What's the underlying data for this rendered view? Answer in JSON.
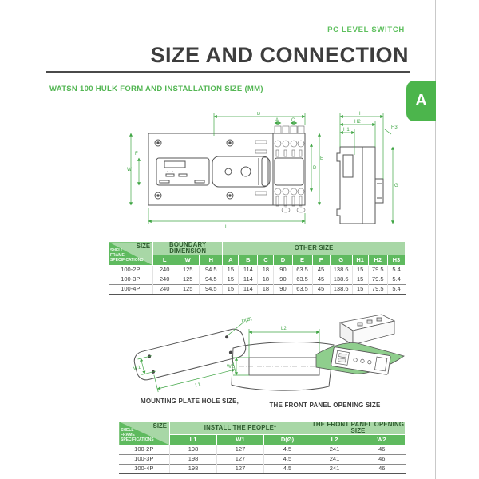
{
  "page": {
    "eyebrow": "PC LEVEL SWITCH",
    "title": "SIZE AND CONNECTION",
    "subtitle": "WATSN 100 HULK FORM AND INSTALLATION SIZE (MM)",
    "side_tab": "A"
  },
  "colors": {
    "accent_green": "#4cb54c",
    "header_light_green": "#a8d7a6",
    "header_mid_green": "#5fba5f",
    "dimension_line_green": "#3fa544",
    "title_dark": "#3d3d3d"
  },
  "drawings": {
    "front_view": {
      "labels": {
        "left": "W",
        "left_inner": "F",
        "top": "B",
        "top_a": "A",
        "top_c": "C",
        "bottom": "L",
        "right_inner": "D",
        "right_outer": "E"
      }
    },
    "side_view": {
      "labels": {
        "top": "H",
        "mid": "H2",
        "short": "H1",
        "clip": "H3",
        "height": "G"
      }
    },
    "mounting_plate": {
      "caption": "MOUNTING PLATE HOLE SIZE,",
      "labels": {
        "length": "L1",
        "width": "W1",
        "hole": "D(Ø)"
      }
    },
    "front_panel": {
      "caption": "THE FRONT PANEL OPENING SIZE",
      "labels": {
        "length": "L2",
        "width": "W2"
      }
    }
  },
  "table1": {
    "corner": {
      "top": "SIZE",
      "bottom": "SHELL FRAME SPECIFICATIONS"
    },
    "group_headers": [
      {
        "label": "BOUNDARY DIMENSION"
      },
      {
        "label": "OTHER SIZE"
      }
    ],
    "columns": [
      "L",
      "W",
      "H",
      "A",
      "B",
      "C",
      "D",
      "E",
      "F",
      "G",
      "H1",
      "H2",
      "H3"
    ],
    "rows": [
      {
        "spec": "100-2P",
        "values": [
          "240",
          "125",
          "94.5",
          "15",
          "114",
          "18",
          "90",
          "63.5",
          "45",
          "138.6",
          "15",
          "79.5",
          "5.4"
        ]
      },
      {
        "spec": "100-3P",
        "values": [
          "240",
          "125",
          "94.5",
          "15",
          "114",
          "18",
          "90",
          "63.5",
          "45",
          "138.6",
          "15",
          "79.5",
          "5.4"
        ]
      },
      {
        "spec": "100-4P",
        "values": [
          "240",
          "125",
          "94.5",
          "15",
          "114",
          "18",
          "90",
          "63.5",
          "45",
          "138.6",
          "15",
          "79.5",
          "5.4"
        ]
      }
    ]
  },
  "table2": {
    "corner": {
      "top": "SIZE",
      "bottom": "SHELL FRAME SPECIFICATIONS"
    },
    "group_headers": [
      {
        "label": "INSTALL THE PEOPLE*"
      },
      {
        "label": "THE FRONT PANEL OPENING SIZE"
      }
    ],
    "columns": [
      "L1",
      "W1",
      "D(Ø)",
      "L2",
      "W2"
    ],
    "rows": [
      {
        "spec": "100-2P",
        "values": [
          "198",
          "127",
          "4.5",
          "241",
          "46"
        ]
      },
      {
        "spec": "100-3P",
        "values": [
          "198",
          "127",
          "4.5",
          "241",
          "46"
        ]
      },
      {
        "spec": "100-4P",
        "values": [
          "198",
          "127",
          "4.5",
          "241",
          "46"
        ]
      }
    ]
  }
}
